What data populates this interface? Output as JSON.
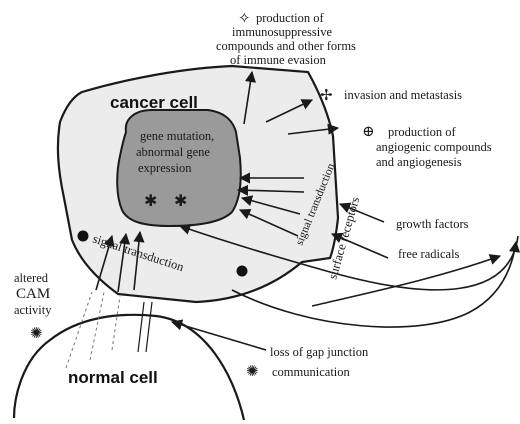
{
  "colors": {
    "cell_fill": "#ececec",
    "nucleus_fill": "#9a9a9a",
    "ink": "#1a1a1a"
  },
  "cells": {
    "cancer_title": "cancer cell",
    "normal_title": "normal cell"
  },
  "nucleus": {
    "line1": "gene mutation,",
    "line2": "abnormal gene",
    "line3": "expression",
    "markers": [
      "✱",
      "✱"
    ]
  },
  "inner_labels": {
    "signal_transduction_left": "signal transduction",
    "signal_transduction_right": "signal transduction",
    "surface_receptors": "surface receptors"
  },
  "effects": {
    "immune": {
      "symbol": "✧",
      "line1": "production of",
      "line2": "immunosuppressive",
      "line3": "compounds and other forms",
      "line4": "of immune evasion"
    },
    "invasion": {
      "symbol": "✢",
      "text": "invasion and metastasis"
    },
    "angiogenic": {
      "symbol": "⊕",
      "line1": "production of",
      "line2": "angiogenic compounds",
      "line3": "and angiogenesis"
    }
  },
  "inputs": {
    "growth_factors": "growth factors",
    "free_radicals": "free radicals"
  },
  "cam": {
    "line1": "altered",
    "line2": "CAM",
    "line3": "activity",
    "symbol": "✺"
  },
  "gap_junction": {
    "line1": "loss of gap junction",
    "line2": "communication",
    "symbol": "✺"
  }
}
